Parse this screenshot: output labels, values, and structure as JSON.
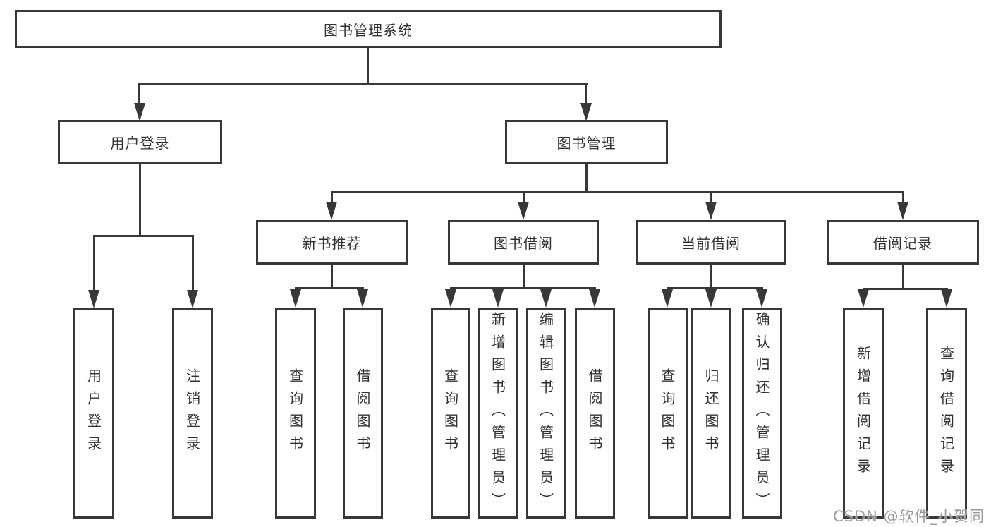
{
  "diagram": {
    "root": "图书管理系统",
    "level2": {
      "user_login": "用户登录",
      "book_manage": "图书管理"
    },
    "level3": {
      "new_book_rec": "新书推荐",
      "book_borrow": "图书借阅",
      "current_borrow": "当前借阅",
      "borrow_records": "借阅记录"
    },
    "leaves": {
      "login_user_login": "用户登录",
      "login_logout": "注销登录",
      "rec_query_book": "查询图书",
      "rec_borrow_book": "借阅图书",
      "bor_query_book": "查询图书",
      "bor_add_book": "新增图书（管理员）",
      "bor_edit_book": "编辑图书（管理员）",
      "bor_borrow_book": "借阅图书",
      "cur_query_book": "查询图书",
      "cur_return_book": "归还图书",
      "cur_confirm_return": "确认归还（管理员）",
      "log_add_record": "新增借阅记录",
      "log_query_record": "查询借阅记录"
    }
  },
  "watermark": "CSDN @软件_小贺同学",
  "colors": {
    "line": "#383838",
    "text": "#303030",
    "watermark": "#9b9b9b",
    "background": "#ffffff"
  }
}
